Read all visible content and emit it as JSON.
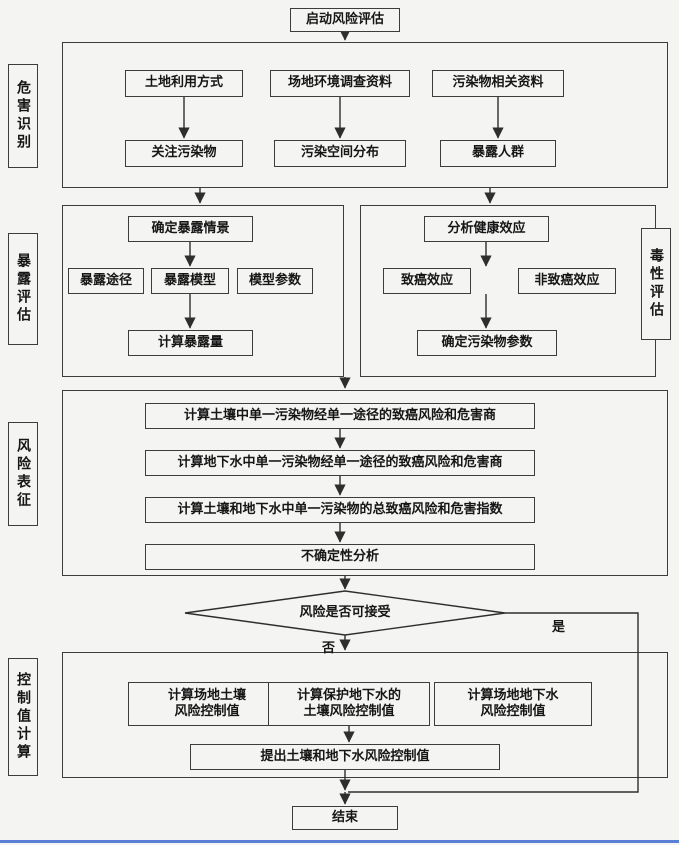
{
  "page": {
    "background": "#f4f4f2",
    "line_color": "#2e2e2e",
    "bottom_bar_color": "#5a7fd6"
  },
  "diagram": {
    "start": "启动风险评估",
    "end": "结束",
    "hazard": {
      "label": "危害识别",
      "top": [
        "土地利用方式",
        "场地环境调查资料",
        "污染物相关资料"
      ],
      "bottom": [
        "关注污染物",
        "污染空间分布",
        "暴露人群"
      ]
    },
    "exposure": {
      "label": "暴露评估",
      "header": "确定暴露情景",
      "items": [
        "暴露途径",
        "暴露模型",
        "模型参数"
      ],
      "footer": "计算暴露量"
    },
    "toxicity": {
      "label": "毒性评估",
      "header": "分析健康效应",
      "items": [
        "致癌效应",
        "非致癌效应"
      ],
      "footer": "确定污染物参数"
    },
    "risk": {
      "label": "风险表征",
      "steps": [
        "计算土壤中单一污染物经单一途径的致癌风险和危害商",
        "计算地下水中单一污染物经单一途径的致癌风险和危害商",
        "计算土壤和地下水中单一污染物的总致癌风险和危害指数",
        "不确定性分析"
      ]
    },
    "decision": {
      "question": "风险是否可接受",
      "no": "否",
      "yes": "是"
    },
    "control": {
      "label": "控制值计算",
      "boxes": [
        "计算场地土壤\n风险控制值",
        "计算保护地下水的\n土壤风险控制值",
        "计算场地地下水\n风险控制值"
      ],
      "footer": "提出土壤和地下水风险控制值"
    }
  }
}
